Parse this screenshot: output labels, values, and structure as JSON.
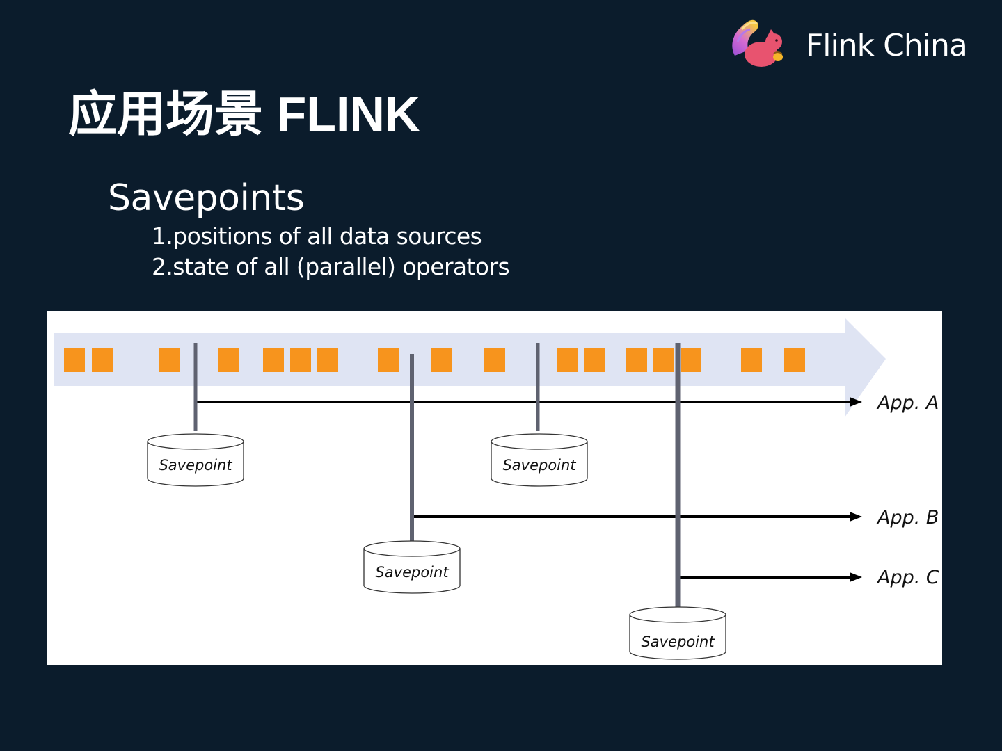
{
  "brand": {
    "logo_icon": "flink-squirrel-icon",
    "name": "Flink China"
  },
  "title": "应用场景 FLINK",
  "subtitle": "Savepoints",
  "points": [
    "1.positions of all data sources",
    "2.state of all (parallel) operators"
  ],
  "diagram": {
    "colors": {
      "event": "#f7941d",
      "stream_band": "#dfe4f3",
      "savepoint_line": "#5f6270",
      "app_arrow": "#000000"
    },
    "stream_events": 17,
    "savepoints": [
      {
        "label": "Savepoint",
        "branches_to": "App. A"
      },
      {
        "label": "Savepoint",
        "branches_to": "App. B"
      },
      {
        "label": "Savepoint",
        "branches_to": null
      },
      {
        "label": "Savepoint",
        "branches_to": "App. C"
      }
    ],
    "apps": [
      {
        "label": "App. A"
      },
      {
        "label": "App. B"
      },
      {
        "label": "App. C"
      }
    ]
  }
}
